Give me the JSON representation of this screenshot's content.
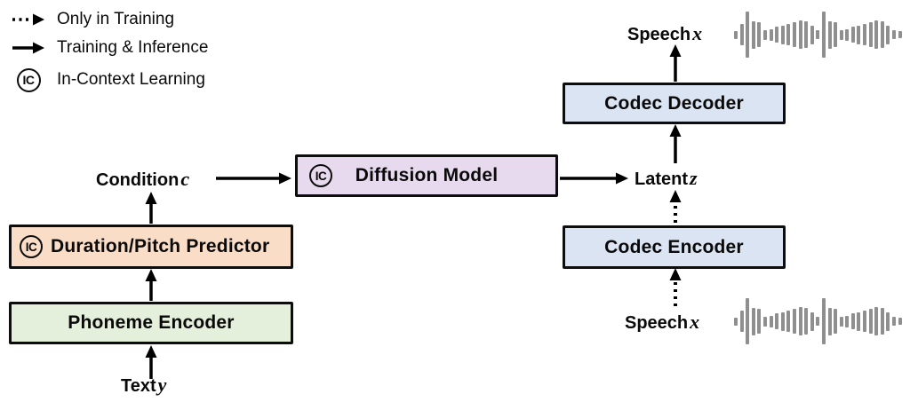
{
  "legend": {
    "items": [
      {
        "icon": "dotted-arrow-icon",
        "label": "Only in Training"
      },
      {
        "icon": "solid-arrow-icon",
        "label": "Training & Inference"
      },
      {
        "icon": "ic-circle-icon",
        "label": "In-Context Learning"
      }
    ]
  },
  "ic_badge": "IC",
  "boxes": {
    "phoneme_encoder": {
      "label": "Phoneme Encoder",
      "fill": "#e5f0dc"
    },
    "duration_pitch_predictor": {
      "label": "Duration/Pitch Predictor",
      "has_ic": true,
      "fill": "#faddc7"
    },
    "diffusion_model": {
      "label": "Diffusion Model",
      "has_ic": true,
      "fill": "#e7daee"
    },
    "codec_decoder": {
      "label": "Codec Decoder",
      "fill": "#dbe4f2"
    },
    "codec_encoder": {
      "label": "Codec Encoder",
      "fill": "#dbe4f2"
    }
  },
  "labels": {
    "text_input": {
      "word": "Text",
      "var": "y"
    },
    "condition": {
      "word": "Condition",
      "var": "c"
    },
    "latent": {
      "word": "Latent",
      "var": "z"
    },
    "speech_top": {
      "word": "Speech",
      "var": "x"
    },
    "speech_bottom": {
      "word": "Speech",
      "var": "x"
    }
  },
  "waveform": {
    "color": "#8f8f8f",
    "bars": [
      9,
      24,
      52,
      31,
      28,
      11,
      13,
      18,
      21,
      24,
      28,
      32,
      30,
      21,
      10,
      52,
      31,
      28,
      11,
      13,
      18,
      21,
      24,
      28,
      32,
      30,
      21,
      10,
      8
    ]
  },
  "colors": {
    "arrow": "#000000",
    "box_border": "#0d0d0d",
    "background": "#ffffff"
  }
}
